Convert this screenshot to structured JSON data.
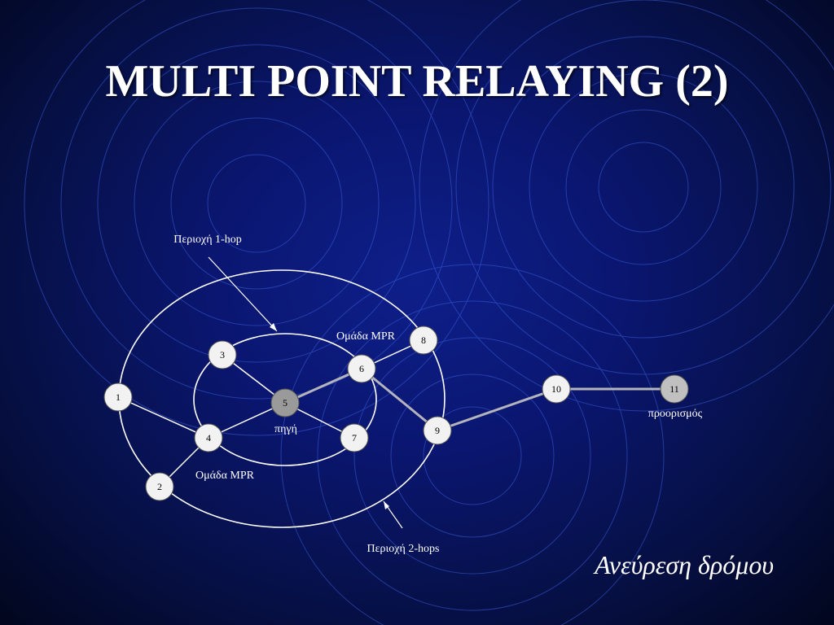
{
  "title": "MULTI POINT RELAYING (2)",
  "footer": "Ανεύρεση δρόμου",
  "labels": {
    "one_hop_region": "Περιοχή 1-hop",
    "two_hop_region": "Περιοχή 2-hops",
    "mpr_group_top": "Ομάδα MPR",
    "mpr_group_bottom": "Ομάδα MPR",
    "source": "πηγή",
    "destination": "προορισμός"
  },
  "nodes": [
    {
      "id": "1",
      "label": "1",
      "kind": "normal"
    },
    {
      "id": "2",
      "label": "2",
      "kind": "normal"
    },
    {
      "id": "3",
      "label": "3",
      "kind": "normal"
    },
    {
      "id": "4",
      "label": "4",
      "kind": "normal"
    },
    {
      "id": "5",
      "label": "5",
      "kind": "source"
    },
    {
      "id": "6",
      "label": "6",
      "kind": "normal"
    },
    {
      "id": "7",
      "label": "7",
      "kind": "normal"
    },
    {
      "id": "8",
      "label": "8",
      "kind": "normal"
    },
    {
      "id": "9",
      "label": "9",
      "kind": "normal"
    },
    {
      "id": "10",
      "label": "10",
      "kind": "normal"
    },
    {
      "id": "11",
      "label": "11",
      "kind": "destination"
    }
  ],
  "edges": [
    {
      "from": "1",
      "to": "4",
      "route": false
    },
    {
      "from": "2",
      "to": "4",
      "route": false
    },
    {
      "from": "3",
      "to": "5",
      "route": false
    },
    {
      "from": "4",
      "to": "5",
      "route": false
    },
    {
      "from": "5",
      "to": "7",
      "route": false
    },
    {
      "from": "6",
      "to": "8",
      "route": false
    },
    {
      "from": "5",
      "to": "6",
      "route": true
    },
    {
      "from": "6",
      "to": "9",
      "route": true
    },
    {
      "from": "9",
      "to": "10",
      "route": true
    },
    {
      "from": "10",
      "to": "11",
      "route": true
    }
  ],
  "colors": {
    "line": "#ffffff",
    "route": "#b4b4bc",
    "node_fill": "#f2f2f2",
    "source_fill": "#9a9a9a",
    "destination_fill": "#c0c0c0"
  }
}
